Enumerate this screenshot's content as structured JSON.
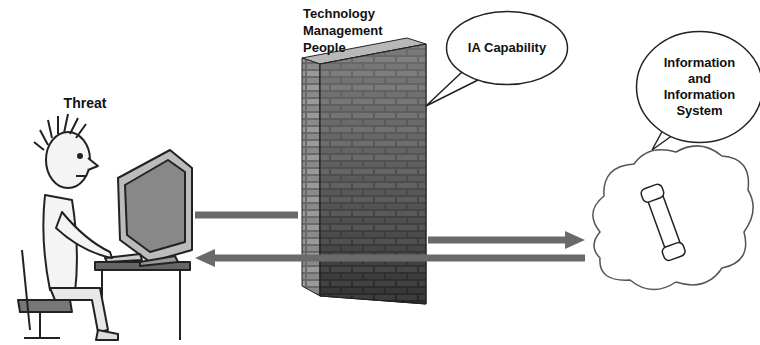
{
  "diagram": {
    "nodes": [
      {
        "text": [
          "Threat"
        ]
      },
      {
        "text": [
          "Technology Management People"
        ]
      },
      {
        "text": [
          "IA Capability"
        ]
      },
      {
        "text": [
          "Information and Information System"
        ]
      }
    ],
    "edges": [
      {
        "from": 0,
        "to": 1,
        "arrow": "none"
      },
      {
        "from": 1,
        "to": 3,
        "arrow": "to"
      },
      {
        "from": 3,
        "to": 0,
        "arrow": "to"
      }
    ]
  }
}
